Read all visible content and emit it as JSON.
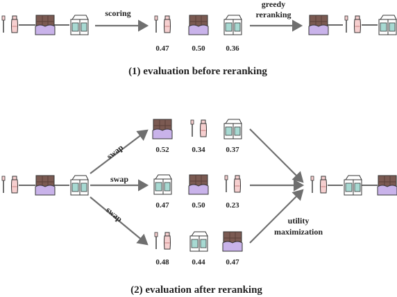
{
  "section1": {
    "title": "(1) evaluation before reranking",
    "scoring_label": "scoring",
    "greedy_label_line1": "greedy",
    "greedy_label_line2": "reranking",
    "input_sequence": [
      "toothpaste-icon",
      "chocolate-icon",
      "milk-carton-icon"
    ],
    "scored_items": [
      {
        "icon": "toothpaste-icon",
        "score": "0.47"
      },
      {
        "icon": "chocolate-icon",
        "score": "0.50"
      },
      {
        "icon": "milk-carton-icon",
        "score": "0.36"
      }
    ],
    "output_sequence": [
      "chocolate-icon",
      "toothpaste-icon",
      "milk-carton-icon"
    ]
  },
  "section2": {
    "title": "(2) evaluation after reranking",
    "swap_label": "swap",
    "utility_label_line1": "utility",
    "utility_label_line2": "maximization",
    "input_sequence": [
      "toothpaste-icon",
      "chocolate-icon",
      "milk-carton-icon"
    ],
    "candidates": [
      {
        "items": [
          {
            "icon": "chocolate-icon",
            "score": "0.52"
          },
          {
            "icon": "toothpaste-icon",
            "score": "0.34"
          },
          {
            "icon": "milk-carton-icon",
            "score": "0.37"
          }
        ]
      },
      {
        "items": [
          {
            "icon": "milk-carton-icon",
            "score": "0.47"
          },
          {
            "icon": "chocolate-icon",
            "score": "0.50"
          },
          {
            "icon": "toothpaste-icon",
            "score": "0.23"
          }
        ]
      },
      {
        "items": [
          {
            "icon": "toothpaste-icon",
            "score": "0.48"
          },
          {
            "icon": "milk-carton-icon",
            "score": "0.44"
          },
          {
            "icon": "chocolate-icon",
            "score": "0.47"
          }
        ]
      }
    ],
    "output_sequence": [
      "toothpaste-icon",
      "milk-carton-icon",
      "chocolate-icon"
    ]
  },
  "colors": {
    "toothpaste_fill": "#f6cfcf",
    "toothpaste_stroke": "#c77c7c",
    "chocolate_wrapper": "#c9b3ea",
    "chocolate_bar": "#7b5a52",
    "milk_carton": "#ffffff",
    "milk_accent": "#a7d9d2",
    "arrow": "#6f6f6f"
  }
}
